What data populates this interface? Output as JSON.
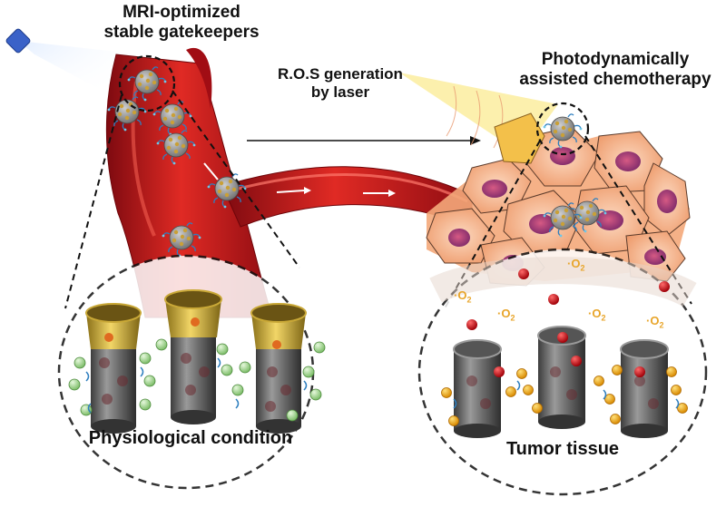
{
  "labels": {
    "gatekeepers_line1": "MRI-optimized",
    "gatekeepers_line2": "stable gatekeepers",
    "ros_line1": "R.O.S generation",
    "ros_line2": "by laser",
    "pdt_line1": "Photodynamically",
    "pdt_line2": "assisted chemotherapy",
    "physiological": "Physiological condition",
    "tumor": "Tumor tissue"
  },
  "singlet_oxygen": {
    "dot": "·",
    "symbol": "O",
    "subscript": "2"
  },
  "colors": {
    "vessel": "#c8101a",
    "vessel_highlight": "#ee3b30",
    "cell": "#f6b48a",
    "cell_nucleus": "#9a3c7a",
    "gate_cap": "#e8c24a",
    "gate_ball_green": "#b6e3a6",
    "gate_ball_orange": "#f5b624",
    "drug": "#d4121c",
    "oxygen_label": "#e8a52a",
    "laser": "#fbe98a",
    "source": "#3a62c8"
  },
  "icons": [
    "laser-source-icon",
    "nanoparticle-icon",
    "arrow-icon",
    "nanochannel-icon"
  ]
}
